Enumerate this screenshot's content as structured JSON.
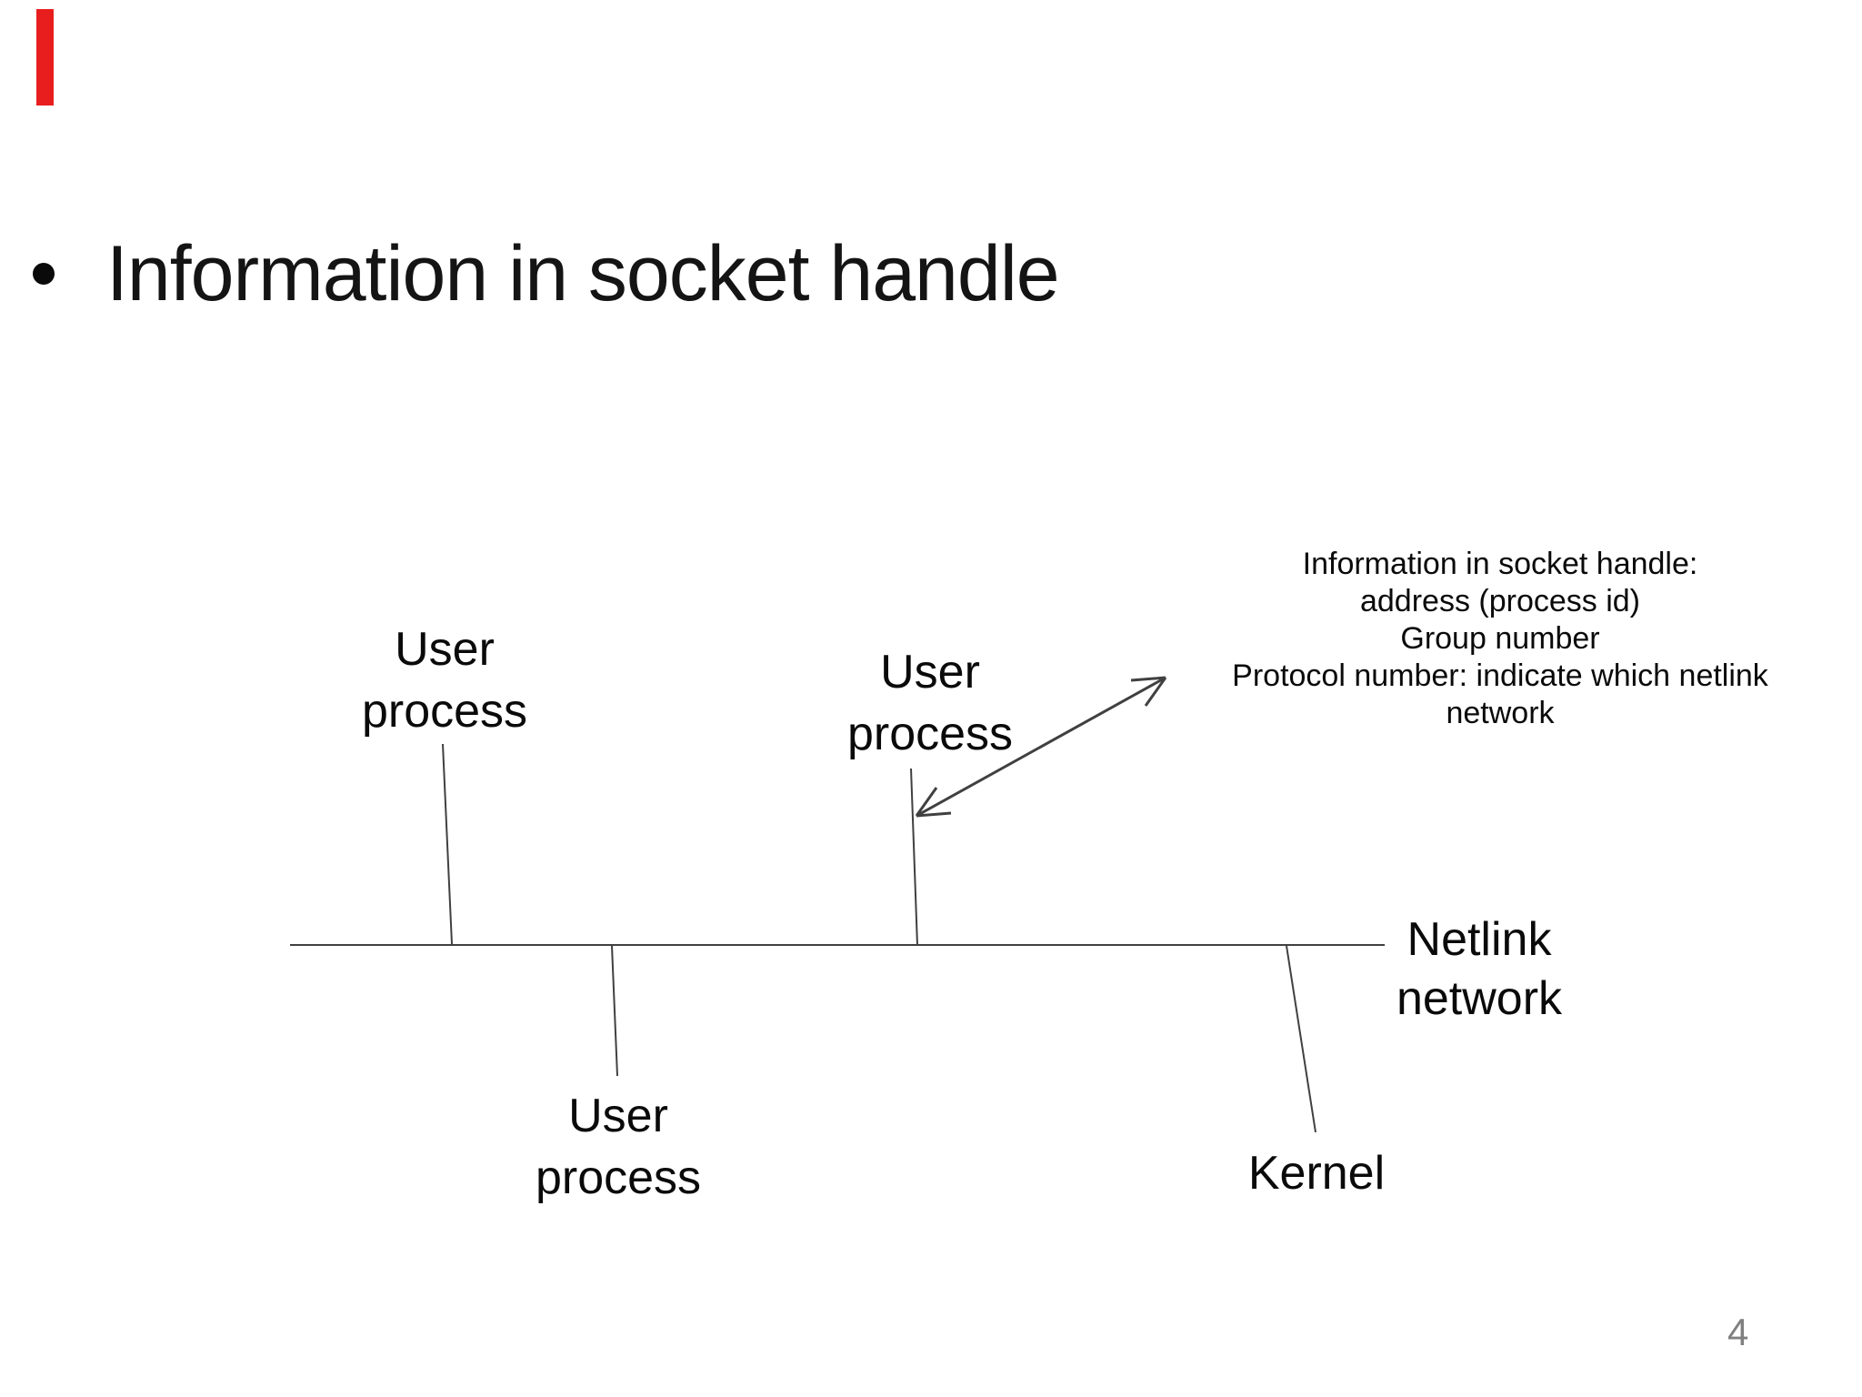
{
  "slide": {
    "title": "Information in socket handle",
    "page_number": "4"
  },
  "diagram": {
    "process_labels": {
      "left": "User process",
      "middle": "User process",
      "bottom": "User process"
    },
    "kernel_label": "Kernel",
    "network_label": "Netlink network",
    "annotation": {
      "lines": [
        "Information in socket handle:",
        "address (process id)",
        "Group number",
        "Protocol number: indicate which netlink",
        "network"
      ]
    }
  },
  "colors": {
    "diagram_line": "#404040",
    "text": "#0a0a0a",
    "page_number": "#808080",
    "marker_red": "#e81d1d"
  }
}
